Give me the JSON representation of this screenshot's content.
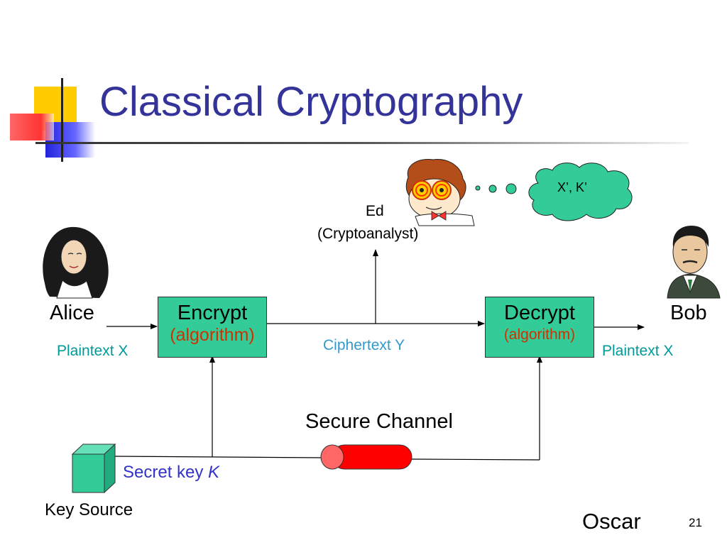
{
  "slide": {
    "title": "Classical Cryptography",
    "page_number": "21"
  },
  "people": {
    "alice": "Alice",
    "bob": "Bob",
    "ed_name": "Ed",
    "ed_role": "(Cryptoanalyst)",
    "oscar": "Oscar"
  },
  "thought": {
    "text": "X’, K’"
  },
  "boxes": {
    "encrypt_label": "Encrypt",
    "encrypt_sub": "(algorithm)",
    "decrypt_label": "Decrypt",
    "decrypt_sub": "(algorithm)"
  },
  "labels": {
    "plaintext_left": "Plaintext X",
    "plaintext_right": "Plaintext X",
    "ciphertext": "Ciphertext Y",
    "secure_channel": "Secure Channel",
    "secret_key_prefix": "Secret key ",
    "secret_key_var": "K",
    "key_source": "Key Source"
  },
  "colors": {
    "title": "#333399",
    "box_fill": "#33cc99",
    "teal_text": "#009999",
    "blue_text": "#3399cc",
    "algorithm_text": "#cc3300",
    "secret_key_text": "#3333cc",
    "channel_red": "#ff0000",
    "thought_fill": "#33cc99"
  }
}
